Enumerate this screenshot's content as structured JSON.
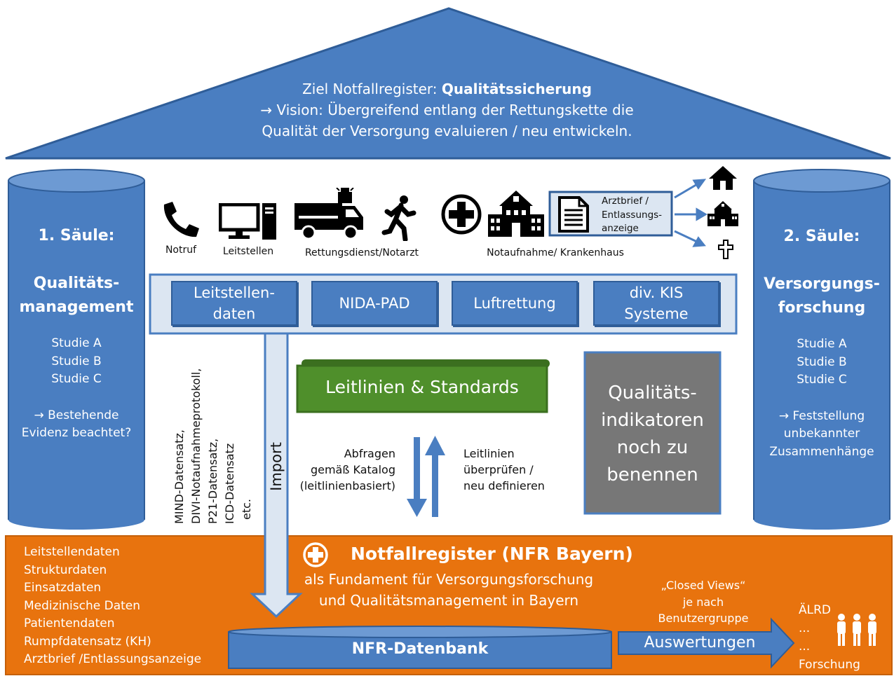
{
  "colors": {
    "blue": "#4a7ec1",
    "blue_dark": "#2f5d98",
    "orange": "#e8730e",
    "green": "#4f8f2b",
    "gray": "#777777"
  },
  "roof": {
    "line1_prefix": "Ziel Notfallregister: ",
    "line1_bold": "Qualitätssicherung",
    "line2": "→ Vision: Übergreifend entlang der Rettungskette die",
    "line3": "Qualität der Versorgung evaluieren / neu entwickeln."
  },
  "pillar_left": {
    "title": "1. Säule:",
    "subtitle_line1": "Qualitäts-",
    "subtitle_line2": "management",
    "studies": [
      "Studie A",
      "Studie B",
      "Studie C"
    ],
    "note_line1": "→ Bestehende",
    "note_line2": "Evidenz beachtet?"
  },
  "pillar_right": {
    "title": "2. Säule:",
    "subtitle_line1": "Versorgungs-",
    "subtitle_line2": "forschung",
    "studies": [
      "Studie A",
      "Studie B",
      "Studie C"
    ],
    "note_line1": "→ Feststellung",
    "note_line2": "unbekannter",
    "note_line3": "Zusammenhänge"
  },
  "icons": {
    "notruf": "Notruf",
    "leitstellen": "Leitstellen",
    "rettungsdienst": "Rettungsdienst/Notarzt",
    "notaufnahme": "Notaufnahme/ Krankenhaus",
    "arztbrief_line1": "Arztbrief /",
    "arztbrief_line2": "Entlassungs-",
    "arztbrief_line3": "anzeige",
    "icon_names": [
      "phone-icon",
      "computer-icon",
      "ambulance-icon",
      "walking-person-icon",
      "medical-cross-icon",
      "hospital-icon",
      "document-icon",
      "house-icon",
      "care-home-icon",
      "cross-icon"
    ]
  },
  "sources": [
    {
      "line1": "Leitstellen-",
      "line2": "daten"
    },
    {
      "line1": "NIDA-PAD",
      "line2": ""
    },
    {
      "line1": "Luftrettung",
      "line2": ""
    },
    {
      "line1": "div. KIS",
      "line2": "Systeme"
    }
  ],
  "datasets": {
    "line1": "MIND-Datensatz,",
    "line2": "DIVI-Notaufnahmeprotokoll,",
    "line3": "P21-Datensatz,",
    "line4": "ICD-Datensatz",
    "line5": "etc."
  },
  "import_label": "Import",
  "guidelines": "Leitlinien & Standards",
  "query": {
    "line1": "Abfragen",
    "line2": "gemäß Katalog",
    "line3": "(leitlinienbasiert)"
  },
  "review": {
    "line1": "Leitlinien",
    "line2": "überprüfen /",
    "line3": "neu definieren"
  },
  "quality_indicators": {
    "line1": "Qualitäts-",
    "line2": "indikatoren",
    "line3": "noch zu",
    "line4": "benennen"
  },
  "foundation": {
    "items": [
      "Leitstellendaten",
      "Strukturdaten",
      "Einsatzdaten",
      "Medizinische Daten",
      "Patientendaten",
      "Rumpfdatensatz (KH)",
      "Arztbrief /Entlassungsanzeige"
    ],
    "title": "Notfallregister (NFR Bayern)",
    "sub_line1": "als Fundament für Versorgungsforschung",
    "sub_line2": "und Qualitätsmanagement in Bayern",
    "database": "NFR-Datenbank",
    "closed_line1": "„Closed Views“",
    "closed_line2": "je nach",
    "closed_line3": "Benutzergruppe",
    "evaluations": "Auswertungen",
    "targets": [
      "ÄLRD",
      "...",
      "...",
      "Forschung"
    ],
    "people_icon": "people-icon"
  }
}
